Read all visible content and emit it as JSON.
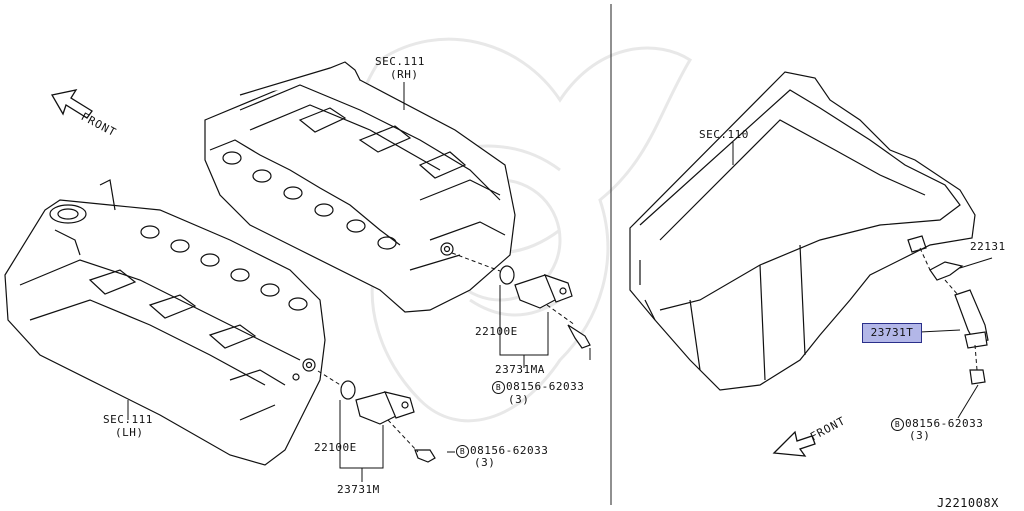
{
  "labels": {
    "sec111_rh_a": "SEC.111",
    "sec111_rh_b": "(RH)",
    "sec111_lh_a": "SEC.111",
    "sec111_lh_b": "(LH)",
    "sec110": "SEC.110",
    "front_left": "FRONT",
    "front_right": "FRONT",
    "p22100E_top": "22100E",
    "p23731MA": "23731MA",
    "p22100E_bot": "22100E",
    "p23731M": "23731M",
    "p22131": "22131",
    "p23731T": "23731T",
    "bolt_top_code": "B",
    "bolt_top": "08156-62033",
    "bolt_top_qty": "(3)",
    "bolt_bot_code": "B",
    "bolt_bot": "08156-62033",
    "bolt_bot_qty": "(3)",
    "bolt_right_code": "B",
    "bolt_right": "08156-62033",
    "bolt_right_qty": "(3)",
    "diagram_id": "J221008X"
  }
}
